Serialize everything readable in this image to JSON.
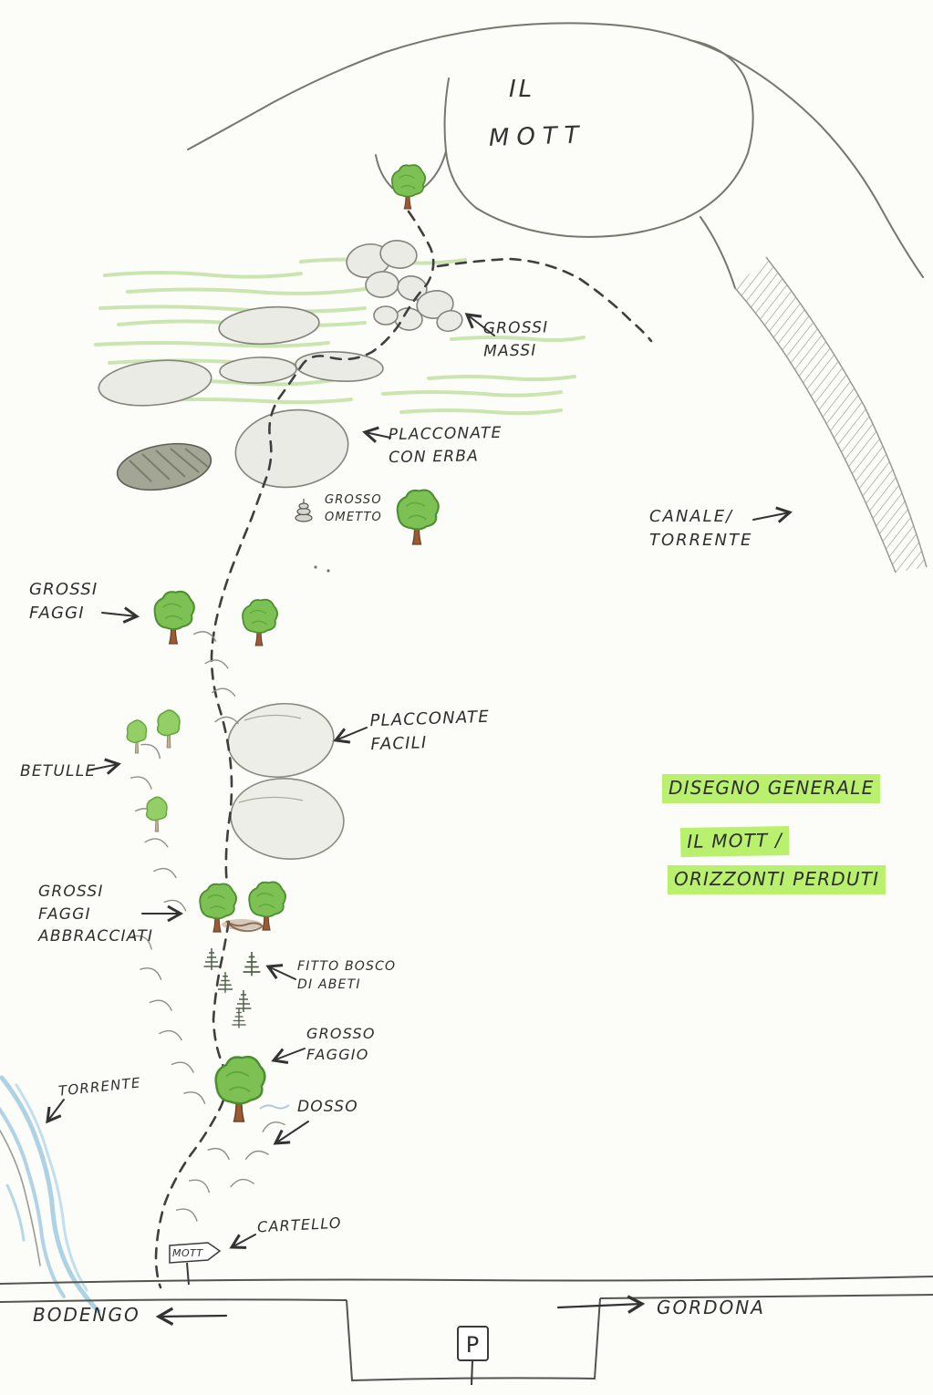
{
  "title": {
    "line1": "IL",
    "line2": "MOTT"
  },
  "annotations": {
    "grossi_massi": "GROSSI\nMASSI",
    "placconate_con_erba": "PLACCONATE\nCON ERBA",
    "grosso_ometto": "GROSSO\nOMETTO",
    "canale_torrente": "CANALE/\nTORRENTE",
    "grossi_faggi": "GROSSI\nFAGGI",
    "betulle": "BETULLE",
    "placconate_facili": "PLACCONATE\nFACILI",
    "grossi_faggi_abbracciati": "GROSSI\nFAGGI\nABBRACCIATI",
    "fitto_bosco_di_abeti": "FITTO BOSCO\nDI ABETI",
    "grosso_faggio": "GROSSO\nFAGGIO",
    "dosso": "DOSSO",
    "torrente": "TORRENTE",
    "cartello": "CARTELLO"
  },
  "legend": {
    "line1": "DISEGNO GENERALE",
    "line2": "IL MOTT /",
    "line3": "ORIZZONTI PERDUTI"
  },
  "road": {
    "destination_left": "BODENGO",
    "destination_right": "GORDONA"
  },
  "signs": {
    "trail_sign": "MOTT",
    "parking": "P"
  },
  "colors": {
    "highlight_green": "#b9f06e",
    "tree_green": "#7dc154",
    "grass_green": "#a4d377",
    "stream_blue": "#97c7de",
    "pencil_gray": "#84847c",
    "ink": "#2e2e2e"
  }
}
